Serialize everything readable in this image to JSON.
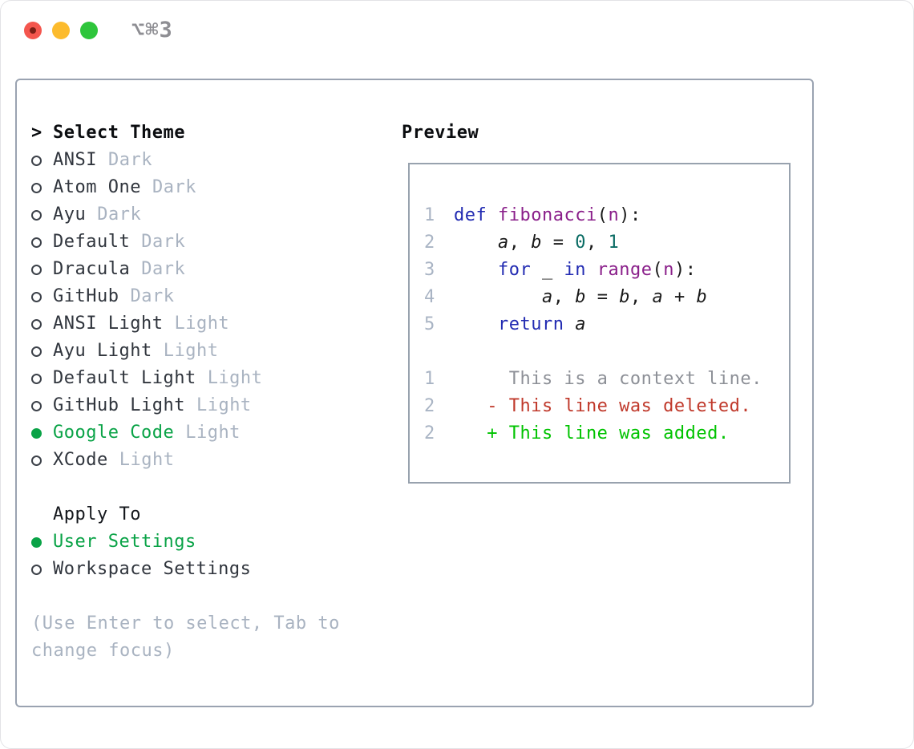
{
  "titlebar": {
    "title": "⌥⌘3"
  },
  "colors": {
    "traffic-red": "#f4564e",
    "traffic-red-dot": "#7c1f16",
    "traffic-yellow": "#fcbb2d",
    "traffic-green": "#2ec53b",
    "title-gray": "#8e8e93",
    "panel-border": "#9aa3b1",
    "preview-border": "#98a2ae",
    "header-text": "#0b0d10",
    "apply-header": "#14171c",
    "item-text": "#30353d",
    "variant-text": "#a9b3c1",
    "muted-text": "#a9b3c1",
    "accent-green": "#0aa347",
    "line-number": "#a9b4c4",
    "kw": "#222bb2",
    "fn": "#8a1f8a",
    "lit": "#0a6c64",
    "pln": "#1a1a1a",
    "ctx": "#8d9097",
    "del": "#c0392b",
    "add": "#00c300"
  },
  "theme_selector": {
    "header_prefix": ">",
    "header": "Select Theme",
    "items": [
      {
        "name": "ANSI",
        "variant": "Dark",
        "selected": false
      },
      {
        "name": "Atom One",
        "variant": "Dark",
        "selected": false
      },
      {
        "name": "Ayu",
        "variant": "Dark",
        "selected": false
      },
      {
        "name": "Default",
        "variant": "Dark",
        "selected": false
      },
      {
        "name": "Dracula",
        "variant": "Dark",
        "selected": false
      },
      {
        "name": "GitHub",
        "variant": "Dark",
        "selected": false
      },
      {
        "name": "ANSI Light",
        "variant": "Light",
        "selected": false
      },
      {
        "name": "Ayu Light",
        "variant": "Light",
        "selected": false
      },
      {
        "name": "Default Light",
        "variant": "Light",
        "selected": false
      },
      {
        "name": "GitHub Light",
        "variant": "Light",
        "selected": false
      },
      {
        "name": "Google Code",
        "variant": "Light",
        "selected": true
      },
      {
        "name": "XCode",
        "variant": "Light",
        "selected": false
      }
    ]
  },
  "apply_to": {
    "header": "Apply To",
    "options": [
      {
        "name": "User Settings",
        "selected": true
      },
      {
        "name": "Workspace Settings",
        "selected": false
      }
    ]
  },
  "help_text": "(Use Enter to select, Tab to change focus)",
  "preview": {
    "title": "Preview",
    "lines": [
      {
        "num": "1",
        "tokens": [
          [
            "kw",
            "def"
          ],
          [
            "pln",
            " "
          ],
          [
            "fn",
            "fibonacci"
          ],
          [
            "pln",
            "("
          ],
          [
            "fn",
            "n"
          ],
          [
            "pln",
            "):"
          ]
        ]
      },
      {
        "num": "2",
        "tokens": [
          [
            "pln",
            "    "
          ],
          [
            "var",
            "a"
          ],
          [
            "pln",
            ", "
          ],
          [
            "var",
            "b"
          ],
          [
            "pln",
            " = "
          ],
          [
            "lit",
            "0"
          ],
          [
            "pln",
            ", "
          ],
          [
            "lit",
            "1"
          ]
        ]
      },
      {
        "num": "3",
        "tokens": [
          [
            "pln",
            "    "
          ],
          [
            "kw",
            "for"
          ],
          [
            "pln",
            " _ "
          ],
          [
            "kw",
            "in"
          ],
          [
            "pln",
            " "
          ],
          [
            "fn",
            "range"
          ],
          [
            "pln",
            "("
          ],
          [
            "fn",
            "n"
          ],
          [
            "pln",
            "):"
          ]
        ]
      },
      {
        "num": "4",
        "tokens": [
          [
            "pln",
            "        "
          ],
          [
            "var",
            "a"
          ],
          [
            "pln",
            ", "
          ],
          [
            "var",
            "b"
          ],
          [
            "pln",
            " = "
          ],
          [
            "var",
            "b"
          ],
          [
            "pln",
            ", "
          ],
          [
            "var",
            "a"
          ],
          [
            "pln",
            " + "
          ],
          [
            "var",
            "b"
          ]
        ]
      },
      {
        "num": "5",
        "tokens": [
          [
            "pln",
            "    "
          ],
          [
            "kw",
            "return"
          ],
          [
            "pln",
            " "
          ],
          [
            "var",
            "a"
          ]
        ]
      },
      {
        "num": "",
        "tokens": []
      },
      {
        "num": "1",
        "tokens": [
          [
            "ctx",
            "     This is a context line."
          ]
        ]
      },
      {
        "num": "2",
        "tokens": [
          [
            "del",
            "   - This line was deleted."
          ]
        ]
      },
      {
        "num": "2",
        "tokens": [
          [
            "add",
            "   + This line was added."
          ]
        ]
      }
    ]
  }
}
